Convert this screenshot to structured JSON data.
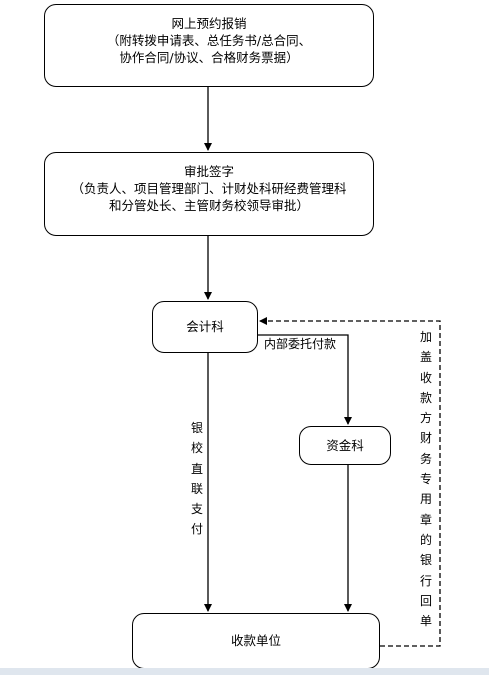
{
  "nodes": {
    "online_booking": {
      "title": "网上预约报销",
      "line2": "（附转拨申请表、总任务书/总合同、",
      "line3": "协作合同/协议、合格财务票据）"
    },
    "approval": {
      "title": "审批签字",
      "line2": "（负责人、项目管理部门、计财处科研经费管理科",
      "line3": "和分管处长、主管财务校领导审批）"
    },
    "accounting": {
      "title": "会计科"
    },
    "funds": {
      "title": "资金科"
    },
    "payee": {
      "title": "收款单位"
    }
  },
  "edges": {
    "internal_transfer": "内部委托付款",
    "bank_direct_pay": "银校直联支付",
    "stamp_return": "加盖收款方财务专用章的银行回单"
  }
}
